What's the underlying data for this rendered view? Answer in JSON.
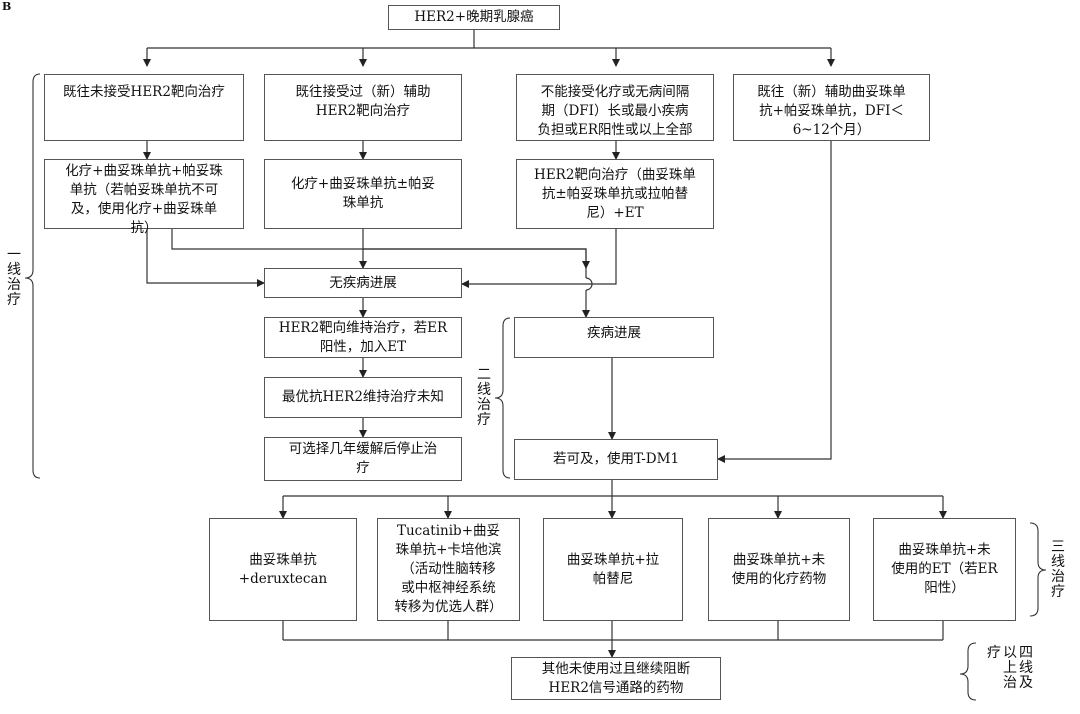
{
  "root": "HER2+晚期乳腺癌",
  "columns": [
    "既往未接受HER2靶向治疗",
    "既往接受过（新）辅助\nHER2靶向治疗",
    "不能接受化疗或无病间隔\n期（DFI）长或最小疾病\n负担或ER阳性或以上全部",
    "既往（新）辅助曲妥珠单\n抗+帕妥珠单抗，DFI＜\n6~12个月）"
  ],
  "treatments": [
    "化疗+曲妥珠单抗+帕妥珠\n单抗（若帕妥珠单抗不可\n及，使用化疗+曲妥珠单\n抗）",
    "化疗+曲妥珠单抗±帕妥\n珠单抗",
    "HER2靶向治疗（曲妥珠单\n抗±帕妥珠单抗或拉帕替\n尼）+ET"
  ],
  "no_progression": "无疾病进展",
  "maintenance": [
    "HER2靶向维持治疗，若ER\n阳性，加入ET",
    "最优抗HER2维持治疗未知",
    "可选择几年缓解后停止治\n疗"
  ],
  "progression": "疾病进展",
  "tdm1": "若可及，使用T-DM1",
  "third_line": [
    "曲妥珠单抗\n+deruxtecan",
    "Tucatinib+曲妥\n珠单抗+卡培他滨\n（活动性脑转移\n或中枢神经系统\n转移为优选人群）",
    "曲妥珠单抗+拉\n帕替尼",
    "曲妥珠单抗+未\n使用的化疗药物",
    "曲妥珠单抗+未\n使用的ET（若ER\n阳性）"
  ],
  "fourth_line": "其他未使用过且继续阻断\nHER2信号通路的药物",
  "line_labels": {
    "first": "一\n线\n治\n疗",
    "second": "二\n线\n治\n疗",
    "third": "三\n线\n治\n疗",
    "fourth_a": "四\n线\n及",
    "fourth_b": "以\n上\n治",
    "fourth_c": "疗"
  }
}
